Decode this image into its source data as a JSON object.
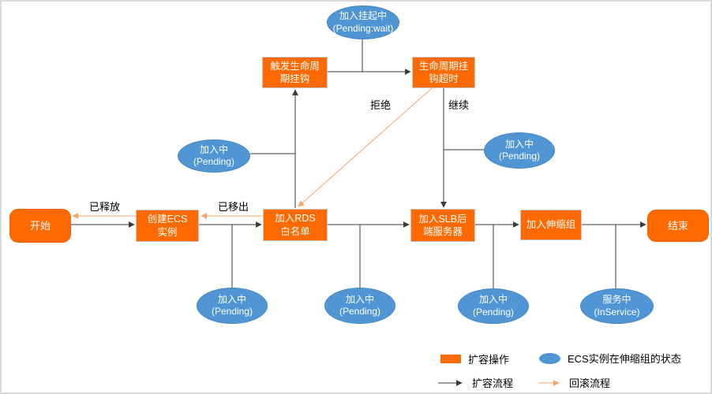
{
  "diagram": {
    "boxes": {
      "start": {
        "label": "开始"
      },
      "create_ecs": {
        "label": "创建ECS\n实例"
      },
      "rds": {
        "label": "加入RDS\n白名单"
      },
      "slb": {
        "label": "加入SLB后\n端服务器"
      },
      "scaling_group": {
        "label": "加入伸缩组"
      },
      "end": {
        "label": "结束"
      },
      "trigger_hook": {
        "label": "触发生命周\n期挂钩"
      },
      "hook_timeout": {
        "label": "生命周期挂\n钩超时"
      }
    },
    "states": {
      "pending_wait": {
        "label": "加入挂起中\n(Pending:wait)"
      },
      "pending_hook": {
        "label": "加入中\n(Pending)"
      },
      "pending_timeout": {
        "label": "加入中\n(Pending)"
      },
      "pending_create": {
        "label": "加入中\n(Pending)"
      },
      "pending_rds": {
        "label": "加入中\n(Pending)"
      },
      "pending_slb": {
        "label": "加入中\n(Pending)"
      },
      "inservice": {
        "label": "服务中\n(InService)"
      }
    },
    "edge_labels": {
      "released": "已释放",
      "removed": "已移出",
      "reject": "拒绝",
      "continue": "继续"
    }
  },
  "legend": {
    "operation": "扩容操作",
    "state": "ECS实例在伸缩组的状态",
    "flow": "扩容流程",
    "rollback": "回滚流程"
  },
  "colors": {
    "operation_fill": "#FF6A00",
    "state_fill": "#5096D5",
    "flow_line": "#3b3b3b",
    "rollback_line": "#F5A36B"
  }
}
